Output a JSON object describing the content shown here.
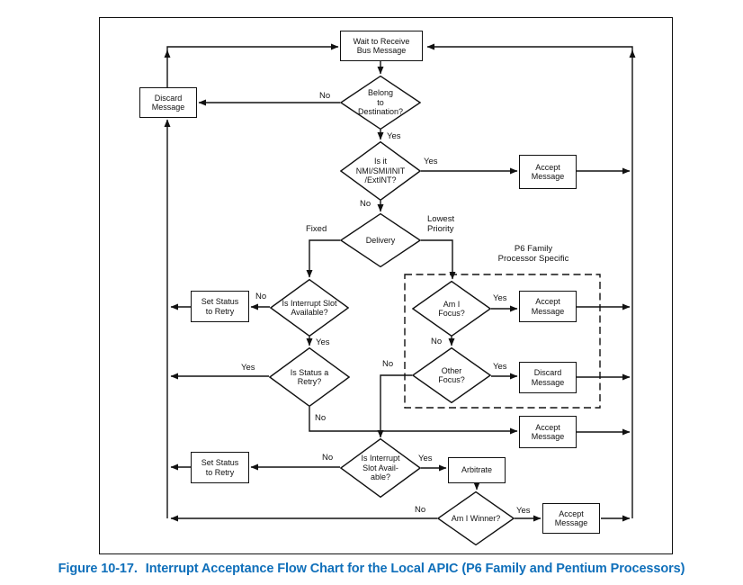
{
  "figure_caption": {
    "label": "Figure 10-17.",
    "title": "Interrupt Acceptance Flow Chart for the Local APIC (P6 Family and Pentium Processors)"
  },
  "region": {
    "p6_label": "P6 Family\nProcessor Specific"
  },
  "nodes": {
    "wait": {
      "label": "Wait to Receive\nBus Message"
    },
    "belong": {
      "label": "Belong\nto\nDestination?"
    },
    "discard_top": {
      "label": "Discard\nMessage"
    },
    "nmi": {
      "label": "Is it\nNMI/SMI/INIT\n/ExtINT?"
    },
    "accept_nmi": {
      "label": "Accept\nMessage"
    },
    "delivery": {
      "label": "Delivery"
    },
    "slot_fixed": {
      "label": "Is Interrupt Slot\nAvailable?"
    },
    "set_status_fixed": {
      "label": "Set Status\nto Retry"
    },
    "retry": {
      "label": "Is Status a\nRetry?"
    },
    "focus": {
      "label": "Am I\nFocus?"
    },
    "accept_focus": {
      "label": "Accept\nMessage"
    },
    "other_focus": {
      "label": "Other\nFocus?"
    },
    "discard_focus": {
      "label": "Discard\nMessage"
    },
    "accept_no_retry": {
      "label": "Accept\nMessage"
    },
    "slot_lowest": {
      "label": "Is Interrupt\nSlot Avail-\nable?"
    },
    "set_status_lowest": {
      "label": "Set Status\nto Retry"
    },
    "arbitrate": {
      "label": "Arbitrate"
    },
    "winner": {
      "label": "Am I Winner?"
    },
    "accept_winner": {
      "label": "Accept\nMessage"
    }
  },
  "edge_labels": {
    "no_belong": "No",
    "yes_belong": "Yes",
    "yes_nmi": "Yes",
    "no_nmi": "No",
    "fixed": "Fixed",
    "lowest_priority": "Lowest\nPriority",
    "no_slot_fixed": "No",
    "yes_slot_fixed": "Yes",
    "yes_retry": "Yes",
    "no_retry": "No",
    "no_other_focus": "No",
    "yes_focus": "Yes",
    "no_focus": "No",
    "yes_other_focus": "Yes",
    "no_slot_lowest": "No",
    "yes_slot_lowest": "Yes",
    "no_winner": "No",
    "yes_winner": "Yes"
  },
  "colors": {
    "caption": "#0f6fba",
    "line": "#111111"
  }
}
